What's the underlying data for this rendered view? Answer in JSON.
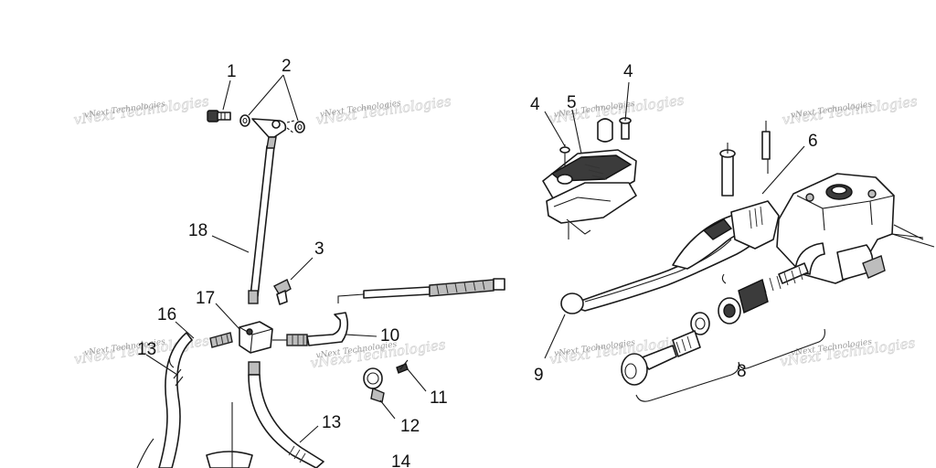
{
  "callouts": [
    "1",
    "2",
    "3",
    "18",
    "17",
    "16",
    "13",
    "10",
    "11",
    "12",
    "13",
    "14",
    "4",
    "5",
    "4",
    "6",
    "9",
    "8"
  ],
  "watermark": "vNext Technologies"
}
